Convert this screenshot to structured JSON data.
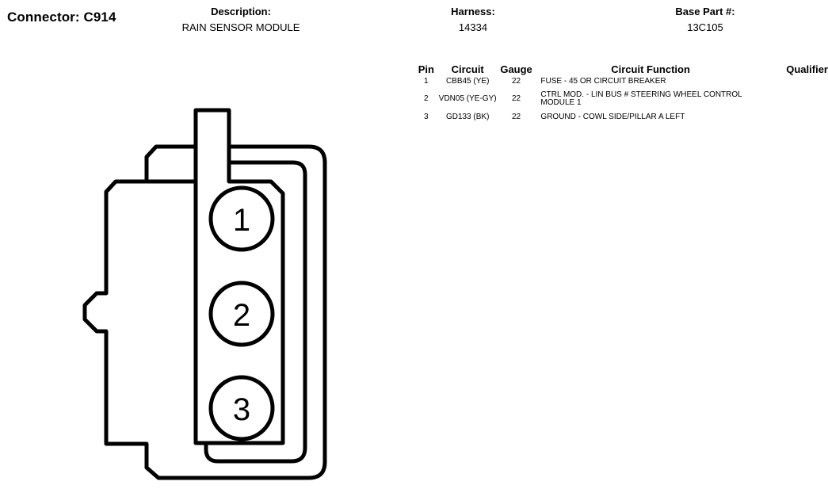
{
  "connector": {
    "title": "Connector: C914"
  },
  "description": {
    "label": "Description:",
    "value": "RAIN SENSOR MODULE"
  },
  "harness": {
    "label": "Harness:",
    "value": "14334"
  },
  "base_part": {
    "label": "Base Part #:",
    "value": "13C105"
  },
  "pin_table": {
    "headers": {
      "pin": "Pin",
      "circuit": "Circuit",
      "gauge": "Gauge",
      "function": "Circuit Function",
      "qualifier": "Qualifier"
    },
    "rows": [
      {
        "pin": "1",
        "circuit": "CBB45 (YE)",
        "gauge": "22",
        "function": "FUSE - 45 OR CIRCUIT BREAKER",
        "qualifier": ""
      },
      {
        "pin": "2",
        "circuit": "VDN05 (YE-GY)",
        "gauge": "22",
        "function": "CTRL MOD. - LIN BUS # STEERING WHEEL CONTROL MODULE 1",
        "qualifier": ""
      },
      {
        "pin": "3",
        "circuit": "GD133 (BK)",
        "gauge": "22",
        "function": "GROUND - COWL SIDE/PILLAR A LEFT",
        "qualifier": ""
      }
    ]
  },
  "diagram": {
    "pins": [
      "1",
      "2",
      "3"
    ],
    "stroke_color": "#000000"
  }
}
